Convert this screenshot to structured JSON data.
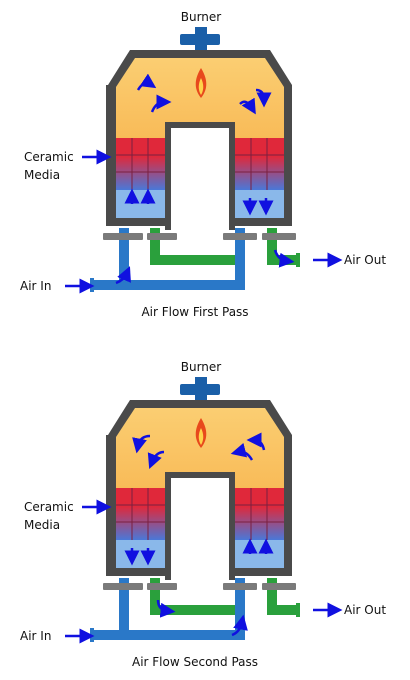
{
  "colors": {
    "shell": "#4a4a4a",
    "chamber_top": "#fbce72",
    "chamber_bottom": "#f6a83e",
    "media_hot": "#e0283a",
    "media_cool": "#4a78d8",
    "plenum": "#8ab8ea",
    "air_in_pipe": "#2a78c8",
    "air_out_pipe": "#2aa03c",
    "valve": "#7a7a7a",
    "burner": "#1a5fa8",
    "flame": "#e8481c",
    "arrow": "#1010e0"
  },
  "diagrams": [
    {
      "burner_label": "Burner",
      "media_label_line1": "Ceramic",
      "media_label_line2": "Media",
      "air_in_label": "Air In",
      "air_out_label": "Air Out",
      "caption": "Air Flow First Pass"
    },
    {
      "burner_label": "Burner",
      "media_label_line1": "Ceramic",
      "media_label_line2": "Media",
      "air_in_label": "Air In",
      "air_out_label": "Air Out",
      "caption": "Air Flow Second Pass"
    }
  ]
}
